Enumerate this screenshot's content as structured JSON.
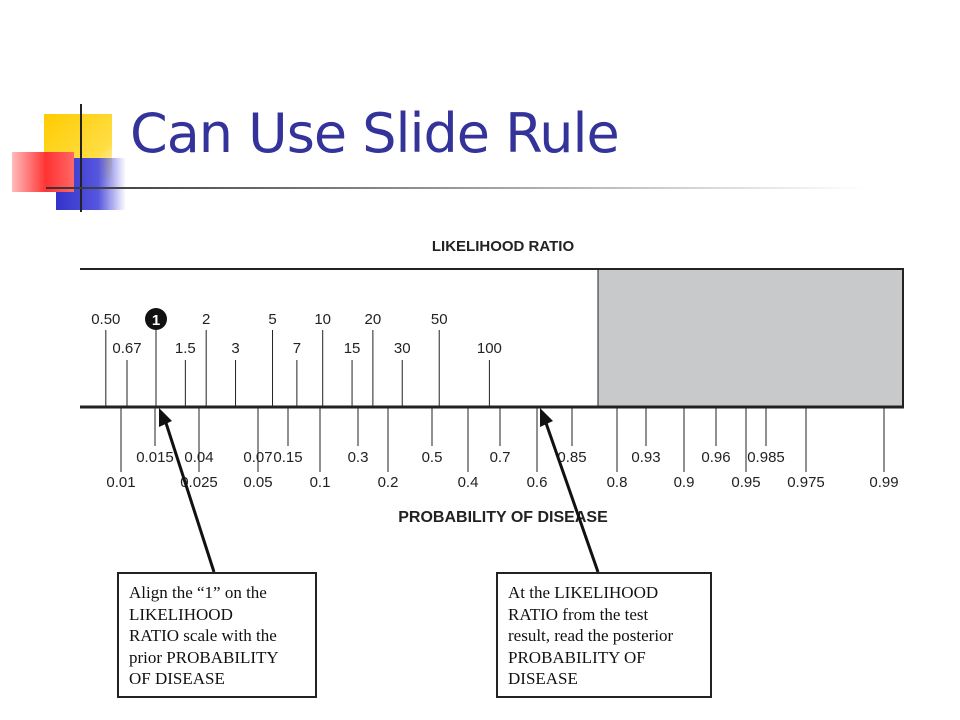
{
  "slide": {
    "title": "Can Use Slide Rule"
  },
  "colors": {
    "title": "#333399",
    "accent_yellow": "#ffcc00",
    "accent_blue": "#3333cc",
    "accent_red": "#ff3333",
    "panel_gray": "#c8c9cb",
    "line": "#222222"
  },
  "diagram": {
    "top_label": "LIKELIHOOD RATIO",
    "bottom_label": "PROBABILITY OF DISEASE",
    "lr_row1": [
      {
        "label": "0.50",
        "value": 0.5
      },
      {
        "label": "1",
        "value": 1,
        "highlight": true
      },
      {
        "label": "2",
        "value": 2
      },
      {
        "label": "5",
        "value": 5
      },
      {
        "label": "10",
        "value": 10
      },
      {
        "label": "20",
        "value": 20
      },
      {
        "label": "50",
        "value": 50
      }
    ],
    "lr_row2": [
      {
        "label": "0.67",
        "value": 0.67
      },
      {
        "label": "1.5",
        "value": 1.5
      },
      {
        "label": "3",
        "value": 3
      },
      {
        "label": "7",
        "value": 7
      },
      {
        "label": "15",
        "value": 15
      },
      {
        "label": "30",
        "value": 30
      },
      {
        "label": "100",
        "value": 100
      }
    ],
    "prob_row1": [
      "0.015",
      "0.04",
      "0.07",
      "0.15",
      "0.3",
      "0.5",
      "0.7",
      "0.85",
      "0.93",
      "0.96",
      "0.985"
    ],
    "prob_row2": [
      "0.01",
      "0.025",
      "0.05",
      "0.1",
      "0.2",
      "0.4",
      "0.6",
      "0.8",
      "0.9",
      "0.95",
      "0.975",
      "0.99"
    ],
    "callout_left": [
      "Align the “1” on the",
      "LIKELIHOOD",
      "RATIO scale with the",
      "prior PROBABILITY",
      "OF DISEASE"
    ],
    "callout_right": [
      "At the LIKELIHOOD",
      "RATIO from the test",
      "result, read the posterior",
      "PROBABILITY OF",
      "DISEASE"
    ]
  }
}
